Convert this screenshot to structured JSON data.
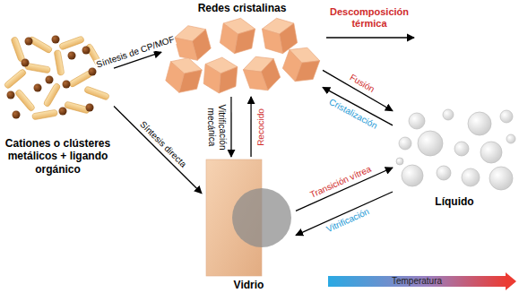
{
  "diagram": {
    "nodes": [
      {
        "text": [
          "Cationes o clústeres metálicos + ligando orgánico"
        ]
      },
      {
        "text": [
          "Redes cristalinas"
        ]
      },
      {
        "text": [
          "Líquido"
        ]
      },
      {
        "text": [
          "Vidrio"
        ]
      },
      {
        "text": [
          "Temperatura"
        ]
      }
    ],
    "edges": [
      {
        "from": 0,
        "to": 1,
        "label": "Síntesis de CP/MOF",
        "arrow": "to"
      },
      {
        "from": 0,
        "to": 3,
        "label": "Síntesis directa",
        "arrow": "to"
      },
      {
        "from": 1,
        "to": 2,
        "label": "Fusión",
        "arrow": "to"
      },
      {
        "from": 2,
        "to": 1,
        "label": "Cristalización",
        "arrow": "to"
      },
      {
        "from": 1,
        "to": 3,
        "label": "Vitrificación mecánica",
        "arrow": "to"
      },
      {
        "from": 3,
        "to": 1,
        "label": "Recocido",
        "arrow": "to"
      },
      {
        "from": 3,
        "to": 2,
        "label": "Transición vítrea",
        "arrow": "to"
      },
      {
        "from": 2,
        "to": 3,
        "label": "Vitrificación",
        "arrow": "to"
      }
    ],
    "labels": [
      "Descomposición térmica"
    ]
  }
}
